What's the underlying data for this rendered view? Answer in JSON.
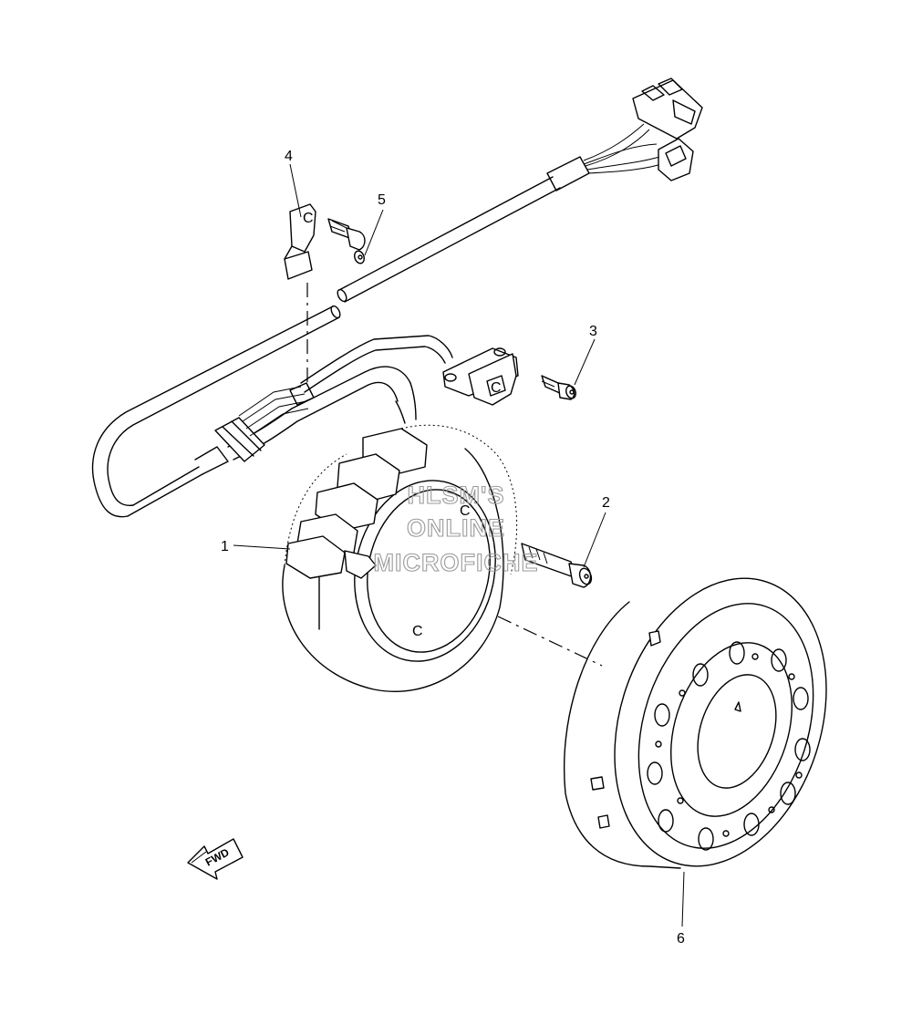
{
  "callouts": [
    {
      "id": "1",
      "label": "1"
    },
    {
      "id": "2",
      "label": "2"
    },
    {
      "id": "3",
      "label": "3"
    },
    {
      "id": "4",
      "label": "4"
    },
    {
      "id": "5",
      "label": "5"
    },
    {
      "id": "6",
      "label": "6"
    }
  ],
  "watermark": [
    "HLSM'S",
    "ONLINE",
    "MICROFICHE"
  ],
  "direction_marker": "FWD",
  "part_marks": {
    "stator_mark": "C",
    "bracket_mark": "C"
  }
}
